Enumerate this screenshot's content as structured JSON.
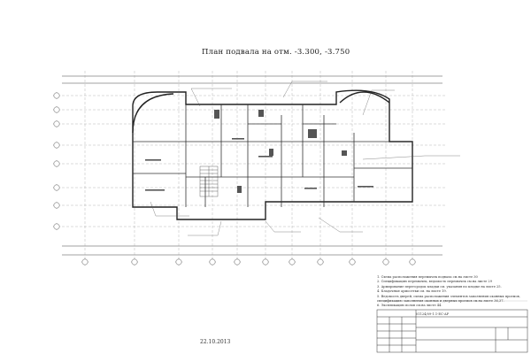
{
  "drawing": {
    "title": "План подвала на отм. -3.300, -3.750",
    "date": "22.10.2013",
    "notes": [
      "1. Схема расположения перемычек подвала см.на листе 30",
      "2. Спецификацию перемычек, ведомость перемычек см.на листе 29",
      "3. Армирование перегородок кладки см. указания по кладке на листе 25.",
      "4. Кладочные армосетки см. на листе 19.",
      "5. Ведомость дверей, схема расположения элементов заполнения оконных проемов,",
      "спецификацию заполнения оконных и дверных проемов см.на листе 36,37.",
      "6. Экспликацию полов см.на листе 44."
    ],
    "stamp_code": "01124/09-1.1-ЕС-АР"
  }
}
